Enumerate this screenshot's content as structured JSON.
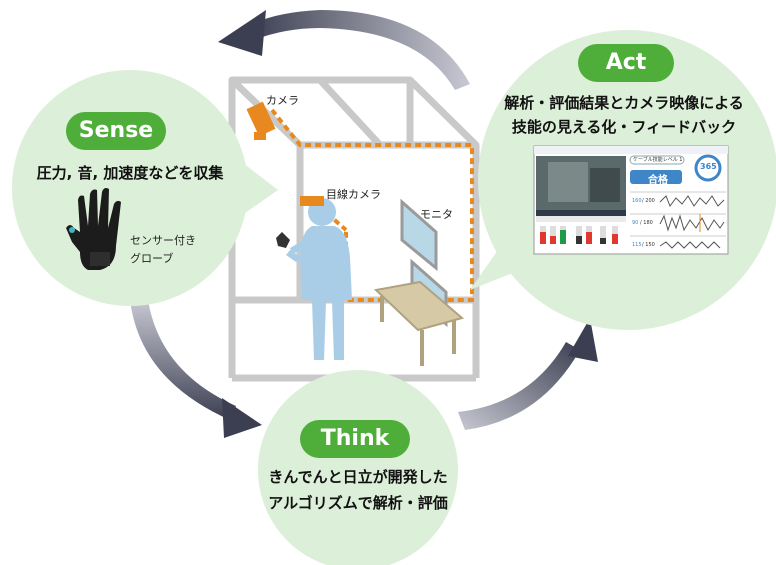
{
  "cycle": {
    "sense": {
      "title": "Sense",
      "desc": "圧力, 音, 加速度などを収集",
      "glove_label_line1": "センサー付き",
      "glove_label_line2": "グローブ"
    },
    "think": {
      "title": "Think",
      "desc_line1": "きんでんと日立が開発した",
      "desc_line2": "アルゴリズムで解析・評価"
    },
    "act": {
      "title": "Act",
      "desc_line1": "解析・評価結果とカメラ映像による",
      "desc_line2": "技能の見える化・フィードバック"
    }
  },
  "scene": {
    "camera_label": "カメラ",
    "eye_camera_label": "目線カメラ",
    "monitor_label": "モニタ"
  },
  "screen": {
    "level_select": "ケーブル技能レベル 1",
    "score": "365",
    "result": "合格",
    "metric1_value": "160",
    "metric1_total": "/ 200",
    "metric2_value": "90",
    "metric2_total": "/ 180",
    "metric3_value": "115",
    "metric3_total": "/ 150"
  },
  "colors": {
    "green_pill": "#4fae3a",
    "bubble": "#dcefd8",
    "orange_dots": "#e8891f",
    "arrow": "#474a5e",
    "person": "#a9cde6"
  }
}
